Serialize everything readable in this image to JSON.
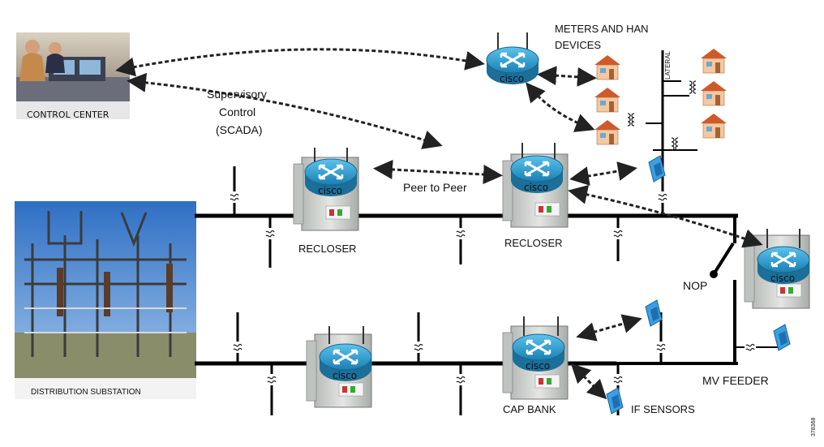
{
  "labels": {
    "control_center": "CONTROL CENTER",
    "meters_line1": "METERS AND HAN",
    "meters_line2": "DEVICES",
    "lateral": "LATERAL",
    "scada_line1": "Supervisory",
    "scada_line2": "Control",
    "scada_line3": "(SCADA)",
    "peer_to_peer": "Peer to Peer",
    "recloser_left": "RECLOSER",
    "recloser_right": "RECLOSER",
    "nop": "NOP",
    "mv_feeder": "MV FEEDER",
    "cap_bank": "CAP BANK",
    "if_sensors": "IF SENSORS",
    "distribution_substation": "DISTRIBUTION SUBSTATION",
    "figure_id": "378368"
  },
  "router_brand": "cisco",
  "icons": [
    "router-icon",
    "house-icon",
    "transformer-icon",
    "switch-icon",
    "sensor-icon",
    "radio-icon",
    "cabinet-icon"
  ],
  "colors": {
    "router_fill": "#29a3d6",
    "router_dark": "#1b7fae",
    "cabinet": "#c9ccc9",
    "house_wall": "#f4c8a0",
    "house_roof": "#d0592a",
    "feeder_line": "#000000",
    "sensor": "#2a8fd2"
  }
}
